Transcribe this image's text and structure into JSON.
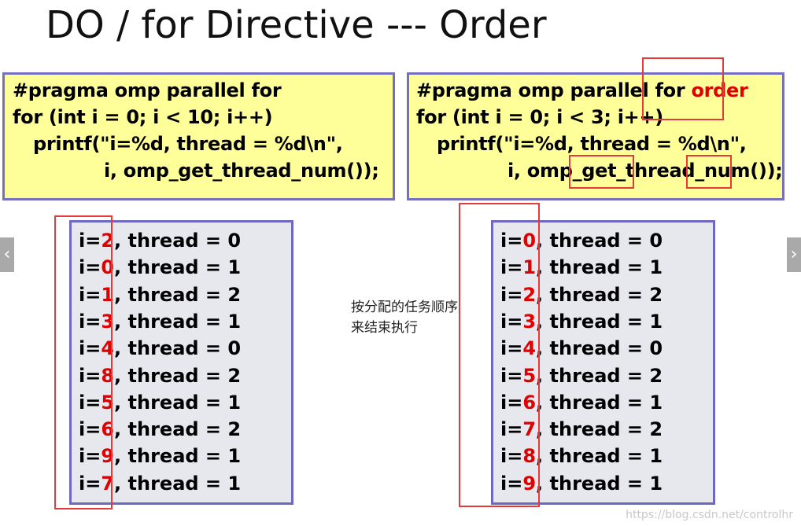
{
  "title": "DO / for Directive --- Order",
  "left_code": {
    "lines": [
      "#pragma omp parallel for",
      "for (int i = 0; i < 10; i++)",
      "printf(\"i=%d, thread = %d\\n\",",
      "i, omp_get_thread_num());"
    ]
  },
  "right_code": {
    "line1_prefix": "#pragma omp parallel for ",
    "line1_keyword": "order",
    "lines": [
      "for (int i = 0; i < 3; i++)",
      "printf(\"i=%d, thread = %d\\n\",",
      "i, omp_get_thread_num());"
    ]
  },
  "left_output": [
    {
      "i_prefix": "i=",
      "i": "2",
      "rest": ", thread = 0"
    },
    {
      "i_prefix": "i=",
      "i": "0",
      "rest": ", thread = 1"
    },
    {
      "i_prefix": "i=",
      "i": "1",
      "rest": ", thread = 2"
    },
    {
      "i_prefix": "i=",
      "i": "3",
      "rest": ", thread = 1"
    },
    {
      "i_prefix": "i=",
      "i": "4",
      "rest": ", thread = 0"
    },
    {
      "i_prefix": "i=",
      "i": "8",
      "rest": ", thread = 2"
    },
    {
      "i_prefix": "i=",
      "i": "5",
      "rest": ", thread = 1"
    },
    {
      "i_prefix": "i=",
      "i": "6",
      "rest": ", thread = 2"
    },
    {
      "i_prefix": "i=",
      "i": "9",
      "rest": ", thread = 1"
    },
    {
      "i_prefix": "i=",
      "i": "7",
      "rest": ", thread = 1"
    }
  ],
  "right_output": [
    {
      "i_prefix": "i=",
      "i": "0",
      "rest": ", thread = 0"
    },
    {
      "i_prefix": "i=",
      "i": "1",
      "rest": ", thread = 1"
    },
    {
      "i_prefix": "i=",
      "i": "2",
      "rest": ", thread = 2"
    },
    {
      "i_prefix": "i=",
      "i": "3",
      "rest": ", thread = 1"
    },
    {
      "i_prefix": "i=",
      "i": "4",
      "rest": ", thread = 0"
    },
    {
      "i_prefix": "i=",
      "i": "5",
      "rest": ", thread = 2"
    },
    {
      "i_prefix": "i=",
      "i": "6",
      "rest": ", thread = 1"
    },
    {
      "i_prefix": "i=",
      "i": "7",
      "rest": ", thread = 2"
    },
    {
      "i_prefix": "i=",
      "i": "8",
      "rest": ", thread = 1"
    },
    {
      "i_prefix": "i=",
      "i": "9",
      "rest": ", thread = 1"
    }
  ],
  "note": {
    "line1": "按分配的任务顺序",
    "line2": "来结束执行"
  },
  "nav": {
    "prev_icon": "chevron-left-icon",
    "next_icon": "chevron-right-icon",
    "prev_glyph": "‹",
    "next_glyph": "›"
  },
  "watermark": "https://blog.csdn.net/controlhr",
  "colors": {
    "code_bg": "#ffff99",
    "box_border": "#7570c2",
    "output_bg": "#e7e7ee",
    "highlight": "#e00000",
    "annotation_rect": "#e63a3a"
  }
}
